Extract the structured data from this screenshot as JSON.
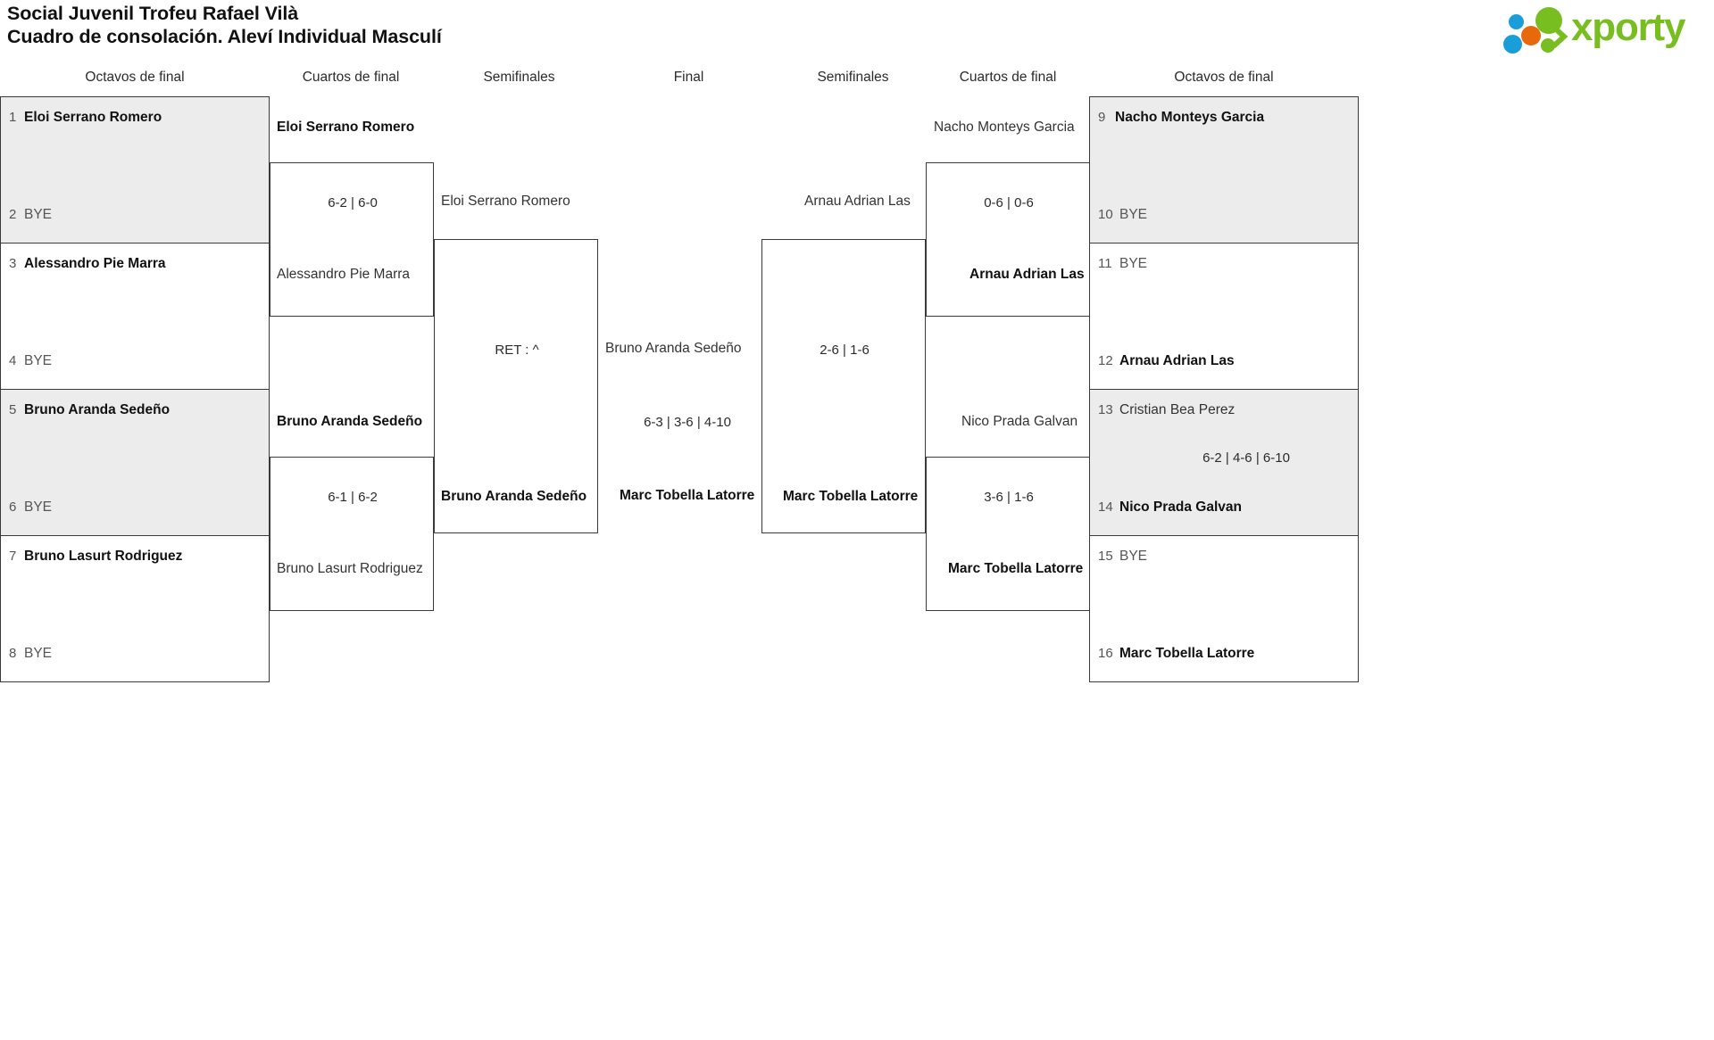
{
  "header": {
    "title_line1": "Social Juvenil Trofeu Rafael Vilà",
    "title_line2": "Cuadro de consolación. Aleví Individual Masculí",
    "logo_word": "xporty",
    "logo_colors": {
      "green": "#78be20",
      "blue": "#1a9dd9",
      "orange": "#e8680c"
    }
  },
  "round_headers": {
    "left_r16": "Octavos de final",
    "left_qf": "Cuartos de final",
    "left_sf": "Semifinales",
    "final": "Final",
    "right_sf": "Semifinales",
    "right_qf": "Cuartos de final",
    "right_r16": "Octavos de final"
  },
  "bracket": {
    "left": {
      "r16": [
        {
          "seed": "1",
          "name": "Eloi Serrano Romero",
          "state": "win",
          "shaded": true
        },
        {
          "seed": "2",
          "name": "BYE",
          "state": "bye",
          "shaded": true
        },
        {
          "seed": "3",
          "name": "Alessandro Pie Marra",
          "state": "win",
          "shaded": false
        },
        {
          "seed": "4",
          "name": "BYE",
          "state": "bye",
          "shaded": false
        },
        {
          "seed": "5",
          "name": "Bruno Aranda Sedeño",
          "state": "win",
          "shaded": true
        },
        {
          "seed": "6",
          "name": "BYE",
          "state": "bye",
          "shaded": true
        },
        {
          "seed": "7",
          "name": "Bruno Lasurt Rodriguez",
          "state": "win",
          "shaded": false
        },
        {
          "seed": "8",
          "name": "BYE",
          "state": "bye",
          "shaded": false
        }
      ],
      "qf": [
        {
          "top": "Eloi Serrano Romero",
          "bottom": "Alessandro Pie Marra",
          "score": "6-2 | 6-0",
          "winner": "top"
        },
        {
          "top": "Bruno Aranda Sedeño",
          "bottom": "Bruno Lasurt Rodriguez",
          "score": "6-1 | 6-2",
          "winner": "top"
        }
      ],
      "sf": [
        {
          "top": "Eloi Serrano Romero",
          "bottom": "Bruno Aranda Sedeño",
          "score": "RET : ^",
          "winner": "bottom"
        }
      ]
    },
    "final": {
      "top": "Bruno Aranda Sedeño",
      "bottom": "Marc Tobella Latorre",
      "score": "6-3 | 3-6 | 4-10",
      "winner": "bottom"
    },
    "right": {
      "r16": [
        {
          "seed": "9",
          "name": "Nacho Monteys Garcia",
          "state": "win",
          "shaded": true
        },
        {
          "seed": "10",
          "name": "BYE",
          "state": "bye",
          "shaded": true
        },
        {
          "seed": "11",
          "name": "BYE",
          "state": "bye",
          "shaded": false
        },
        {
          "seed": "12",
          "name": "Arnau Adrian Las",
          "state": "win",
          "shaded": false
        },
        {
          "seed": "13",
          "name": "Cristian Bea Perez",
          "state": "lose",
          "shaded": true
        },
        {
          "seed": "14",
          "name": "Nico Prada Galvan",
          "state": "win",
          "shaded": true
        },
        {
          "seed": "15",
          "name": "BYE",
          "state": "bye",
          "shaded": false
        },
        {
          "seed": "16",
          "name": "Marc Tobella Latorre",
          "state": "win",
          "shaded": false
        }
      ],
      "r16_scores": [
        {
          "score": "6-2 | 4-6 | 6-10"
        }
      ],
      "qf": [
        {
          "top": "Nacho Monteys Garcia",
          "bottom": "Arnau Adrian Las",
          "score": "0-6 | 0-6",
          "winner": "bottom"
        },
        {
          "top": "Nico Prada Galvan",
          "bottom": "Marc Tobella Latorre",
          "score": "3-6 | 1-6",
          "winner": "bottom"
        }
      ],
      "sf": [
        {
          "top": "Arnau Adrian Las",
          "bottom": "Marc Tobella Latorre",
          "score": "2-6 | 1-6",
          "winner": "bottom"
        }
      ]
    }
  }
}
